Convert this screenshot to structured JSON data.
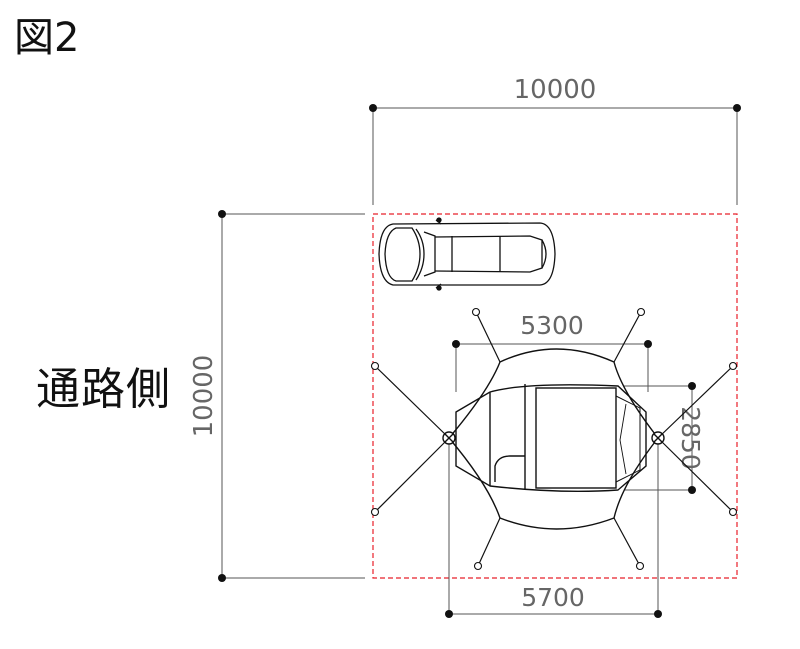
{
  "figure_label": "図2",
  "side_label": "通路側",
  "dimensions": {
    "site_width": "10000",
    "site_depth": "10000",
    "tent_upper_width": "5300",
    "tent_lower_width": "5700",
    "tent_depth": "2850"
  },
  "colors": {
    "line": "#111111",
    "dim_line": "#555555",
    "dim_text": "#666666",
    "site_boundary": "#e8202a"
  },
  "icons": [
    "car-icon",
    "tent-icon",
    "guy-line-peg-icon"
  ]
}
